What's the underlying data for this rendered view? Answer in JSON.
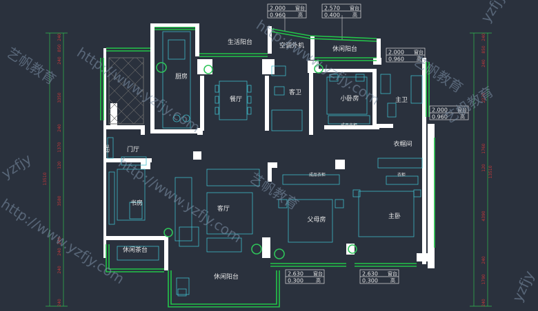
{
  "rooms": {
    "kitchen": "厨房",
    "living_balcony": "生活阳台",
    "ac_unit": "空调外机",
    "leisure_balcony_top": "休闲阳台",
    "dining": "餐厅",
    "guest_bath": "客卫",
    "small_bedroom": "小卧房",
    "master_bath": "主卫",
    "cloakroom": "衣帽间",
    "entry": "门厅",
    "study": "书房",
    "living": "客厅",
    "parents_room": "父母房",
    "master_bedroom": "主卧",
    "leisure_tea": "休闲茶台",
    "leisure_balcony_bottom": "休闲阳台"
  },
  "cabinets": {
    "wardrobe_small": "成品衣柜",
    "wardrobe_parents": "成品衣柜",
    "wardrobe_master": "衣柜",
    "shoe_cabinet": "鞋柜"
  },
  "windows": [
    {
      "w": "2.000",
      "h": "0.960",
      "l1": "窗台",
      "l2": "高"
    },
    {
      "w": "2.570",
      "h": "0.400",
      "l1": "窗台",
      "l2": "高"
    },
    {
      "w": "2.000",
      "h": "0.960",
      "l1": "窗台",
      "l2": "高"
    },
    {
      "w": "2.000",
      "h": "0.960",
      "l1": "窗台",
      "l2": "高"
    },
    {
      "w": "2.630",
      "h": "0.300",
      "l1": "窗台",
      "l2": "高"
    },
    {
      "w": "2.630",
      "h": "0.300",
      "l1": "窗台",
      "l2": "高"
    }
  ],
  "dims_left": [
    "240",
    "850",
    "240",
    "3350",
    "240",
    "1370",
    "120",
    "3580",
    "240",
    "240",
    "240",
    "240"
  ],
  "total_left": "13510",
  "dims_right": [
    "240",
    "850",
    "240",
    "2270",
    "1760",
    "120",
    "4390",
    "240",
    "1790",
    "240"
  ],
  "total_right": "13510",
  "watermark": "http://www.yzfjy.com",
  "brand": "艺帆教育",
  "brand_short": "yzfjy"
}
